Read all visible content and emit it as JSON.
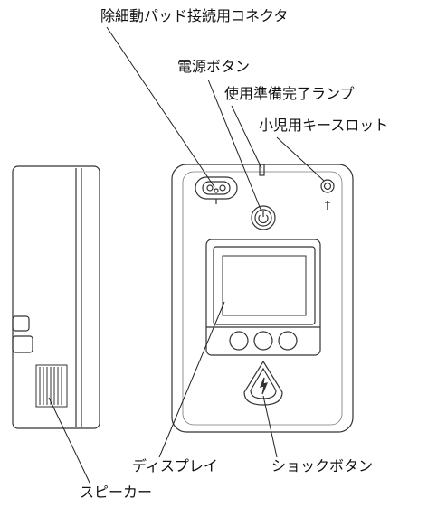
{
  "labels": {
    "pad_connector": "除細動パッド接続用コネクタ",
    "power_button": "電源ボタン",
    "ready_lamp": "使用準備完了ランプ",
    "child_key_slot": "小児用キースロット",
    "display": "ディスプレイ",
    "shock_button": "ショックボタン",
    "speaker": "スピーカー"
  },
  "colors": {
    "stroke": "#333333",
    "text": "#111111",
    "background": "#ffffff"
  }
}
